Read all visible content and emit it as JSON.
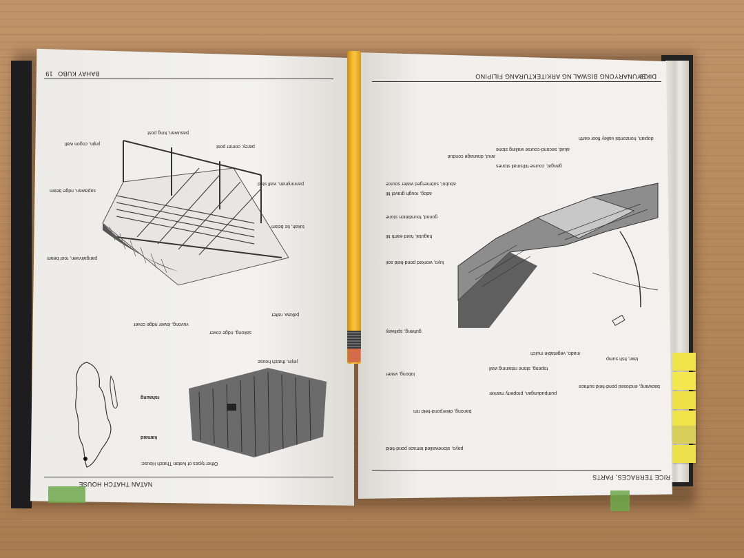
{
  "scene": {
    "description_colors": {
      "table": "#b8895f",
      "paper": "#f2f1ee",
      "pencil": "#f5b82c",
      "sticky_notes": "#f1e34a",
      "tape": "#6fa84b",
      "cover": "#1d1d1f"
    }
  },
  "left_page": {
    "header_left": "19",
    "header_title": "BAHAY KUBO",
    "footer_title": "NATAN THATCH HOUSE",
    "labels": {
      "jinjin": "jinjin, cogon wall",
      "pasuwan": "pasuwan, king post",
      "parey": "parey, corner post",
      "panniji": "panninjinan, wall stud",
      "sapwan": "sapawan, ridge beam",
      "tukah": "tukah, tie beam",
      "pangalivuen": "pangalivuen, roof beam",
      "paraw": "pakaw, rafter",
      "sakong": "sakong, ridge cover",
      "vuvong": "vuvong, lower ridge cover",
      "jinjin2": "jinjin, thatch house",
      "rahaung": "rahaung",
      "kamaid": "kamaid",
      "other_types": "Other types of Ivatan Thatch House:"
    }
  },
  "right_page": {
    "header_left": "18",
    "header_title": "DIKSYUNARYONG BISWAL NG ARKITEKTURANG FILIPINO",
    "footer_title": "RICE TERRACES, PARTS",
    "labels": {
      "aluid": "aluid, second-course walling stone",
      "gangat": "gangat, course fill/small stones",
      "anul": "anul, drainage conduit",
      "dopiah": "dopiah, horizontal valley floor earth",
      "adog": "adog, rough gravel fill",
      "abubul": "abubul, submerged water source",
      "gonad": "gonad, foundation stone",
      "hagutal": "hagutal, hard earth fill",
      "luyo": "luyo, worked pond-field soil",
      "guheng": "guheng, spillway",
      "lobong": "lobong, water",
      "topeng": "topeng, stone retaining wall",
      "inado": "inado, vegetable mulch",
      "tawi": "tawi, fish sump",
      "pumpudungan": "pumpudungan, property marker",
      "banong": "banong, dike/pond-field rim",
      "payo": "payo, stonewalled terrace pond-field",
      "banung": "baowang, enclosed pond-field surface"
    }
  }
}
